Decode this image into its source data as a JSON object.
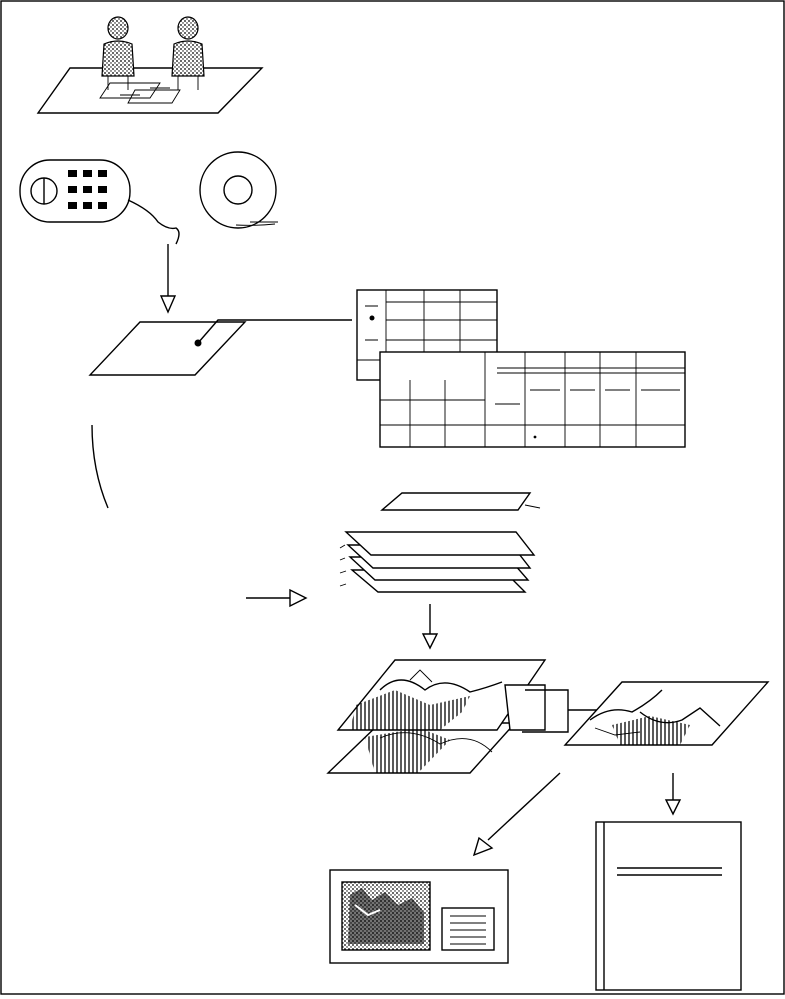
{
  "diagram": {
    "stages": [
      "field-survey",
      "data-input-devices",
      "digitizing-tablet",
      "attribute-tables",
      "data-layers",
      "map-overlay",
      "screen-display",
      "printed-report"
    ],
    "icons": {
      "survey": "people-at-table-icon",
      "keyboard": "keyboard-terminal-icon",
      "tape": "tape-reel-icon",
      "screen": "monitor-icon",
      "report": "document-icon"
    },
    "colors": {
      "ink": "#000000",
      "paper": "#ffffff"
    }
  }
}
